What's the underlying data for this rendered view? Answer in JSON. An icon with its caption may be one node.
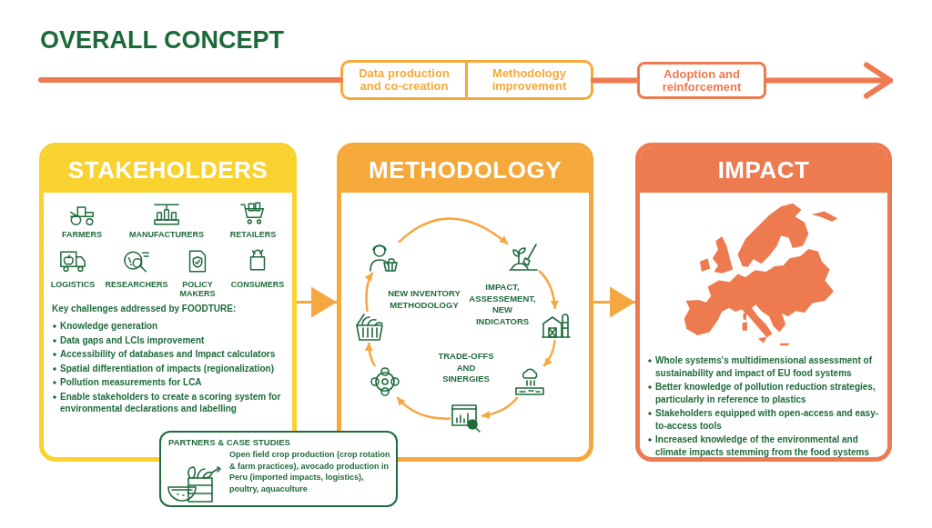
{
  "diagram": {
    "title": "OVERALL CONCEPT",
    "nodes": [
      {
        "text": [
          "Data production and co-creation"
        ]
      },
      {
        "text": [
          "Methodology improvement"
        ]
      },
      {
        "text": [
          "Adoption and reinforcement"
        ]
      },
      {
        "text": [
          "STAKEHOLDERS",
          "FARMERS",
          "MANUFACTURERS",
          "RETAILERS",
          "LOGISTICS",
          "RESEARCHERS",
          "POLICY MAKERS",
          "CONSUMERS",
          "Key challenges addressed by FOODTURE:",
          "Knowledge generation",
          "Data gaps and LCIs improvement",
          "Accessibility of databases and Impact calculators",
          "Spatial differentiation of impacts (regionalization)",
          "Pollution measurements for LCA",
          "Enable stakeholders to create a scoring system for environmental declarations and labelling"
        ]
      },
      {
        "text": [
          "METHODOLOGY",
          "NEW INVENTORY METHODOLOGY",
          "IMPACT, ASSESSEMENT, NEW INDICATORS",
          "TRADE-OFFS AND SINERGIES"
        ]
      },
      {
        "text": [],
        "shape": "picture",
        "in": 4
      },
      {
        "text": [],
        "shape": "picture",
        "in": 4
      },
      {
        "text": [],
        "shape": "picture",
        "in": 4
      },
      {
        "text": [],
        "shape": "picture",
        "in": 4
      },
      {
        "text": [],
        "shape": "picture",
        "in": 4
      },
      {
        "text": [],
        "shape": "picture",
        "in": 4
      },
      {
        "text": [],
        "shape": "picture",
        "in": 4
      },
      {
        "text": [
          "IMPACT",
          "Whole systems's multidimensional assessment of sustainability and impact of EU food systems",
          "Better knowledge of pollution reduction strategies, particularly in reference to plastics",
          "Stakeholders equipped with open-access and easy-to-access tools",
          "Increased knowledge of the environmental and climate impacts stemming from the food systems"
        ]
      },
      {
        "text": [],
        "shape": "picture",
        "in": 12
      },
      {
        "text": [
          "PARTNERS & CASE STUDIES",
          "Open field crop production (crop rotation & farm practices), avocado production in Peru (imported impacts, logistics), poultry, aquaculture"
        ]
      }
    ],
    "edges": [
      {
        "from": null,
        "to": 0,
        "arrow": "none",
        "style": "thick",
        "color": "#ee7a50"
      },
      {
        "from": 1,
        "to": 2,
        "arrow": "none",
        "style": "thick",
        "color": "#ee7a50"
      },
      {
        "from": 2,
        "to": null,
        "arrow": "to",
        "style": "thick",
        "color": "#ee7a50"
      },
      {
        "from": 3,
        "to": 4,
        "arrow": "to"
      },
      {
        "from": 4,
        "to": 12,
        "arrow": "to"
      },
      {
        "from": 5,
        "to": 6,
        "arrow": "to"
      },
      {
        "from": 6,
        "to": 7,
        "arrow": "to"
      },
      {
        "from": 7,
        "to": 8,
        "arrow": "to"
      },
      {
        "from": 8,
        "to": 9,
        "arrow": "to"
      },
      {
        "from": 9,
        "to": 10,
        "arrow": "to"
      },
      {
        "from": 10,
        "to": 11,
        "arrow": "to"
      },
      {
        "from": 11,
        "to": 5,
        "arrow": "to"
      }
    ]
  }
}
